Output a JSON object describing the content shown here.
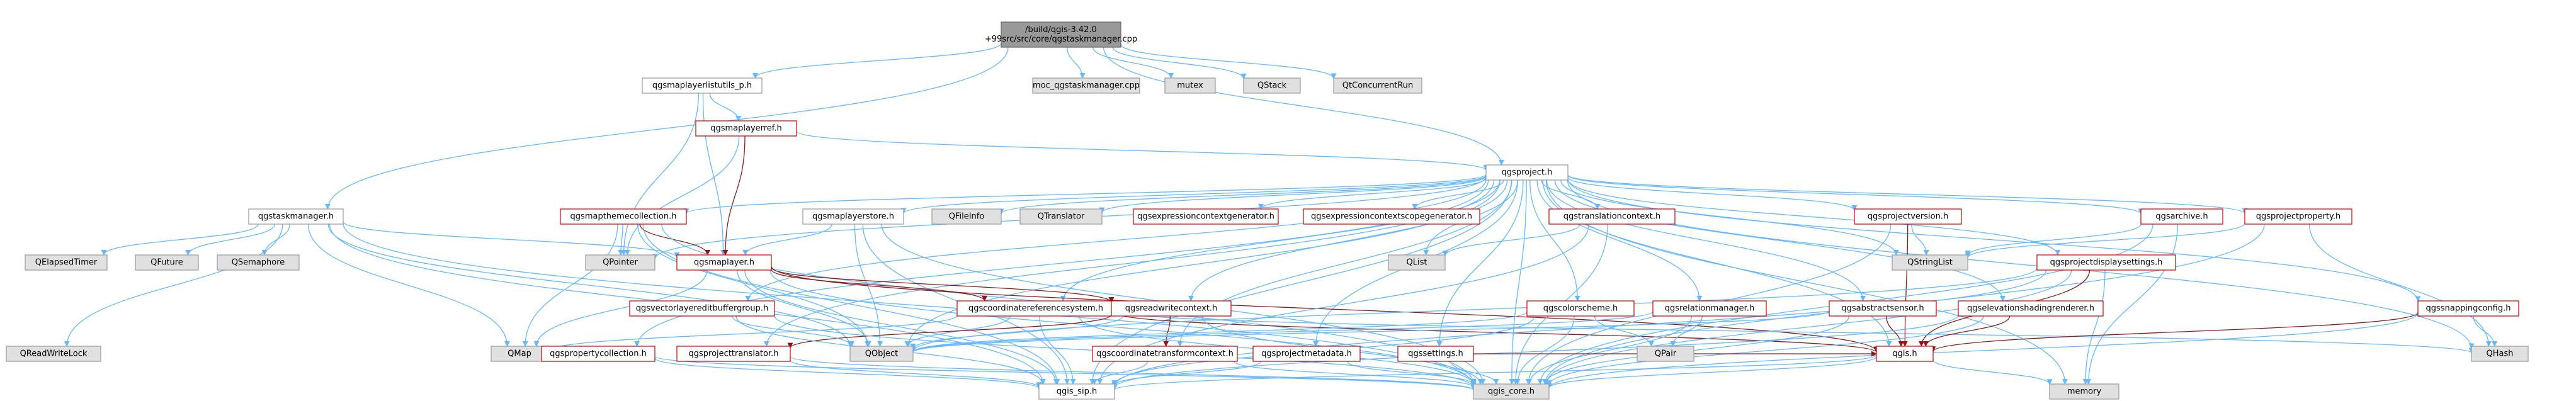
{
  "nodes": [
    {
      "id": "root",
      "label": [
        "/build/qgis-3.42.0",
        "+99src/src/core/qgstaskmanager.cpp"
      ],
      "style": "root"
    },
    {
      "id": "maplayerlistutils",
      "label": [
        "qgsmaplayerlistutils_p.h"
      ],
      "style": "white"
    },
    {
      "id": "moc",
      "label": [
        "moc_qgstaskmanager.cpp"
      ],
      "style": "gray"
    },
    {
      "id": "mutex",
      "label": [
        "mutex"
      ],
      "style": "gray"
    },
    {
      "id": "qstack",
      "label": [
        "QStack"
      ],
      "style": "gray"
    },
    {
      "id": "qtconcurrent",
      "label": [
        "QtConcurrentRun"
      ],
      "style": "gray"
    },
    {
      "id": "maplayerref",
      "label": [
        "qgsmaplayerref.h"
      ],
      "style": "red"
    },
    {
      "id": "project",
      "label": [
        "qgsproject.h"
      ],
      "style": "white"
    },
    {
      "id": "taskmanager",
      "label": [
        "qgstaskmanager.h"
      ],
      "style": "white"
    },
    {
      "id": "qelapsedtimer",
      "label": [
        "QElapsedTimer"
      ],
      "style": "gray"
    },
    {
      "id": "qfuture",
      "label": [
        "QFuture"
      ],
      "style": "gray"
    },
    {
      "id": "qsemaphore",
      "label": [
        "QSemaphore"
      ],
      "style": "gray"
    },
    {
      "id": "qpointer",
      "label": [
        "QPointer"
      ],
      "style": "gray"
    },
    {
      "id": "mapthemecollection",
      "label": [
        "qgsmapthemecollection.h"
      ],
      "style": "red"
    },
    {
      "id": "maplayerstore",
      "label": [
        "qgsmaplayerstore.h"
      ],
      "style": "white"
    },
    {
      "id": "qfileinfo",
      "label": [
        "QFileInfo"
      ],
      "style": "gray"
    },
    {
      "id": "qtranslator",
      "label": [
        "QTranslator"
      ],
      "style": "gray"
    },
    {
      "id": "exprctxgen",
      "label": [
        "qgsexpressioncontextgenerator.h"
      ],
      "style": "red"
    },
    {
      "id": "exprscopegen",
      "label": [
        "qgsexpressioncontextscopegenerator.h"
      ],
      "style": "red"
    },
    {
      "id": "translationctx",
      "label": [
        "qgstranslationcontext.h"
      ],
      "style": "red"
    },
    {
      "id": "projectversion",
      "label": [
        "qgsprojectversion.h"
      ],
      "style": "red"
    },
    {
      "id": "archive",
      "label": [
        "qgsarchive.h"
      ],
      "style": "red"
    },
    {
      "id": "projectproperty",
      "label": [
        "qgsprojectproperty.h"
      ],
      "style": "red"
    },
    {
      "id": "maplayer",
      "label": [
        "qgsmaplayer.h"
      ],
      "style": "red"
    },
    {
      "id": "qlist",
      "label": [
        "QList"
      ],
      "style": "gray"
    },
    {
      "id": "qstringlist",
      "label": [
        "QStringList"
      ],
      "style": "gray"
    },
    {
      "id": "projectdisplay",
      "label": [
        "qgsprojectdisplaysettings.h"
      ],
      "style": "red"
    },
    {
      "id": "vectorlayeredit",
      "label": [
        "qgsvectorlayereditbuffergroup.h"
      ],
      "style": "red"
    },
    {
      "id": "crs",
      "label": [
        "qgscoordinatereferencesystem.h"
      ],
      "style": "red"
    },
    {
      "id": "readwritectx",
      "label": [
        "qgsreadwritecontext.h"
      ],
      "style": "red"
    },
    {
      "id": "colorscheme",
      "label": [
        "qgscolorscheme.h"
      ],
      "style": "red"
    },
    {
      "id": "relationmanager",
      "label": [
        "qgsrelationmanager.h"
      ],
      "style": "red"
    },
    {
      "id": "abstractsensor",
      "label": [
        "qgsabstractsensor.h"
      ],
      "style": "red"
    },
    {
      "id": "elevshading",
      "label": [
        "qgselevationshadingrenderer.h"
      ],
      "style": "red"
    },
    {
      "id": "snappingconfig",
      "label": [
        "qgssnappingconfig.h"
      ],
      "style": "red"
    },
    {
      "id": "qreadwritelock",
      "label": [
        "QReadWriteLock"
      ],
      "style": "gray"
    },
    {
      "id": "qmap",
      "label": [
        "QMap"
      ],
      "style": "gray"
    },
    {
      "id": "propertycollection",
      "label": [
        "qgspropertycollection.h"
      ],
      "style": "red"
    },
    {
      "id": "projecttranslator",
      "label": [
        "qgsprojecttranslator.h"
      ],
      "style": "red"
    },
    {
      "id": "qobject",
      "label": [
        "QObject"
      ],
      "style": "gray"
    },
    {
      "id": "coordtransformctx",
      "label": [
        "qgscoordinatetransformcontext.h"
      ],
      "style": "red"
    },
    {
      "id": "projectmetadata",
      "label": [
        "qgsprojectmetadata.h"
      ],
      "style": "red"
    },
    {
      "id": "settings",
      "label": [
        "qgssettings.h"
      ],
      "style": "red"
    },
    {
      "id": "qpair",
      "label": [
        "QPair"
      ],
      "style": "gray"
    },
    {
      "id": "qgis",
      "label": [
        "qgis.h"
      ],
      "style": "red"
    },
    {
      "id": "qhash",
      "label": [
        "QHash"
      ],
      "style": "gray"
    },
    {
      "id": "memory",
      "label": [
        "memory"
      ],
      "style": "gray"
    },
    {
      "id": "sip",
      "label": [
        "qgis_sip.h"
      ],
      "style": "white"
    },
    {
      "id": "core",
      "label": [
        "qgis_core.h"
      ],
      "style": "gray"
    }
  ],
  "edges": [
    [
      "root",
      "maplayerlistutils"
    ],
    [
      "root",
      "moc"
    ],
    [
      "root",
      "mutex"
    ],
    [
      "root",
      "qstack"
    ],
    [
      "root",
      "qtconcurrent"
    ],
    [
      "root",
      "project"
    ],
    [
      "root",
      "taskmanager"
    ],
    [
      "maplayerlistutils",
      "maplayerref"
    ],
    [
      "maplayerlistutils",
      "maplayer"
    ],
    [
      "maplayerlistutils",
      "qpointer"
    ],
    [
      "maplayerref",
      "project"
    ],
    [
      "maplayerref",
      "maplayer"
    ],
    [
      "maplayerref",
      "qpointer"
    ],
    [
      "project",
      "mapthemecollection"
    ],
    [
      "project",
      "maplayerstore"
    ],
    [
      "project",
      "qfileinfo"
    ],
    [
      "project",
      "qtranslator"
    ],
    [
      "project",
      "exprctxgen"
    ],
    [
      "project",
      "exprscopegen"
    ],
    [
      "project",
      "translationctx"
    ],
    [
      "project",
      "projectversion"
    ],
    [
      "project",
      "archive"
    ],
    [
      "project",
      "projectproperty"
    ],
    [
      "project",
      "qlist"
    ],
    [
      "project",
      "qstringlist"
    ],
    [
      "project",
      "projectdisplay"
    ],
    [
      "project",
      "vectorlayeredit"
    ],
    [
      "project",
      "crs"
    ],
    [
      "project",
      "readwritectx"
    ],
    [
      "project",
      "colorscheme"
    ],
    [
      "project",
      "relationmanager"
    ],
    [
      "project",
      "abstractsensor"
    ],
    [
      "project",
      "elevshading"
    ],
    [
      "project",
      "snappingconfig"
    ],
    [
      "project",
      "propertycollection"
    ],
    [
      "project",
      "projecttranslator"
    ],
    [
      "project",
      "qobject"
    ],
    [
      "project",
      "coordtransformctx"
    ],
    [
      "project",
      "projectmetadata"
    ],
    [
      "project",
      "settings"
    ],
    [
      "project",
      "qgis"
    ],
    [
      "project",
      "qhash"
    ],
    [
      "project",
      "memory"
    ],
    [
      "project",
      "sip"
    ],
    [
      "project",
      "core"
    ],
    [
      "project",
      "qpointer"
    ],
    [
      "taskmanager",
      "qelapsedtimer"
    ],
    [
      "taskmanager",
      "qfuture"
    ],
    [
      "taskmanager",
      "qsemaphore"
    ],
    [
      "taskmanager",
      "qreadwritelock"
    ],
    [
      "taskmanager",
      "qmap"
    ],
    [
      "taskmanager",
      "maplayer"
    ],
    [
      "taskmanager",
      "qobject"
    ],
    [
      "taskmanager",
      "sip"
    ],
    [
      "taskmanager",
      "core"
    ],
    [
      "mapthemecollection",
      "maplayer"
    ],
    [
      "mapthemecollection",
      "qpointer"
    ],
    [
      "mapthemecollection",
      "qmap"
    ],
    [
      "mapthemecollection",
      "qobject"
    ],
    [
      "mapthemecollection",
      "sip"
    ],
    [
      "mapthemecollection",
      "core"
    ],
    [
      "maplayerstore",
      "maplayer"
    ],
    [
      "maplayerstore",
      "qobject"
    ],
    [
      "maplayerstore",
      "sip"
    ],
    [
      "maplayerstore",
      "core"
    ],
    [
      "maplayer",
      "crs"
    ],
    [
      "maplayer",
      "readwritectx"
    ],
    [
      "maplayer",
      "qobject"
    ],
    [
      "maplayer",
      "qgis"
    ],
    [
      "maplayer",
      "sip"
    ],
    [
      "maplayer",
      "core"
    ],
    [
      "maplayer",
      "qmap"
    ],
    [
      "crs",
      "qgis"
    ],
    [
      "crs",
      "qmap"
    ],
    [
      "crs",
      "qobject"
    ],
    [
      "crs",
      "sip"
    ],
    [
      "crs",
      "core"
    ],
    [
      "crs",
      "qhash"
    ],
    [
      "readwritectx",
      "projecttranslator"
    ],
    [
      "readwritectx",
      "coordtransformctx"
    ],
    [
      "readwritectx",
      "qobject"
    ],
    [
      "readwritectx",
      "core"
    ],
    [
      "translationctx",
      "qlist"
    ],
    [
      "translationctx",
      "core"
    ],
    [
      "translationctx",
      "sip"
    ],
    [
      "projectversion",
      "qstringlist"
    ],
    [
      "projectversion",
      "core"
    ],
    [
      "projectversion",
      "qgis"
    ],
    [
      "archive",
      "qstringlist"
    ],
    [
      "archive",
      "core"
    ],
    [
      "archive",
      "memory"
    ],
    [
      "projectproperty",
      "qstringlist"
    ],
    [
      "projectproperty",
      "qhash"
    ],
    [
      "projectproperty",
      "core"
    ],
    [
      "projectdisplay",
      "qobject"
    ],
    [
      "projectdisplay",
      "qgis"
    ],
    [
      "projectdisplay",
      "memory"
    ],
    [
      "projectdisplay",
      "core"
    ],
    [
      "projectdisplay",
      "sip"
    ],
    [
      "vectorlayeredit",
      "qobject"
    ],
    [
      "vectorlayeredit",
      "core"
    ],
    [
      "vectorlayeredit",
      "sip"
    ],
    [
      "colorscheme",
      "qobject"
    ],
    [
      "colorscheme",
      "qpair"
    ],
    [
      "colorscheme",
      "core"
    ],
    [
      "colorscheme",
      "sip"
    ],
    [
      "relationmanager",
      "qpair"
    ],
    [
      "relationmanager",
      "qobject"
    ],
    [
      "relationmanager",
      "core"
    ],
    [
      "abstractsensor",
      "qobject"
    ],
    [
      "abstractsensor",
      "qgis"
    ],
    [
      "abstractsensor",
      "core"
    ],
    [
      "elevshading",
      "qgis"
    ],
    [
      "elevshading",
      "core"
    ],
    [
      "elevshading",
      "sip"
    ],
    [
      "snappingconfig",
      "qgis"
    ],
    [
      "snappingconfig",
      "qhash"
    ],
    [
      "snappingconfig",
      "core"
    ],
    [
      "propertycollection",
      "sip"
    ],
    [
      "propertycollection",
      "core"
    ],
    [
      "projecttranslator",
      "sip"
    ],
    [
      "projecttranslator",
      "core"
    ],
    [
      "coordtransformctx",
      "core"
    ],
    [
      "coordtransformctx",
      "sip"
    ],
    [
      "projectmetadata",
      "sip"
    ],
    [
      "projectmetadata",
      "core"
    ],
    [
      "settings",
      "core"
    ],
    [
      "settings",
      "qgis"
    ],
    [
      "qgis",
      "core"
    ],
    [
      "qgis",
      "sip"
    ],
    [
      "qgis",
      "memory"
    ]
  ]
}
